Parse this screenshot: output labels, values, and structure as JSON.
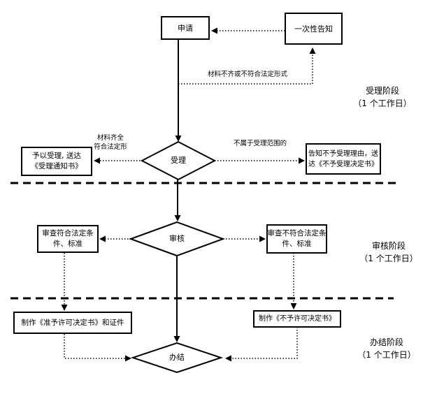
{
  "flow": {
    "apply": "申请",
    "notice": "一次性告知",
    "accept": "受理",
    "review": "审核",
    "finish": "办结",
    "grant": {
      "line1": "予以受理, 送达",
      "line2": "《受理通知书》"
    },
    "reject_notice": {
      "line1": "告知不予受理理由，送",
      "line2": "达《不予受理决定书》"
    },
    "review_pass": {
      "line1": "审查符合法定条",
      "line2": "件、标准"
    },
    "review_fail": {
      "line1": "审查不符合法定条",
      "line2": "件、标准"
    },
    "make_grant": "制作《准予许可决定书》和证件",
    "make_reject": "制作《不予许可决定书》"
  },
  "edges": {
    "incomplete": "材料不齐或不符合法定形式",
    "complete": {
      "line1": "材料齐全",
      "line2": "符合法定形"
    },
    "not_in_scope": "不属于受理范围的"
  },
  "stages": [
    {
      "name": "受理阶段",
      "duration": "（1 个工作日）"
    },
    {
      "name": "审核阶段",
      "duration": "（1 个工作日）"
    },
    {
      "name": "办结阶段",
      "duration": "（1 个工作日）"
    }
  ],
  "colors": {
    "line": "#000000",
    "background": "#ffffff"
  }
}
